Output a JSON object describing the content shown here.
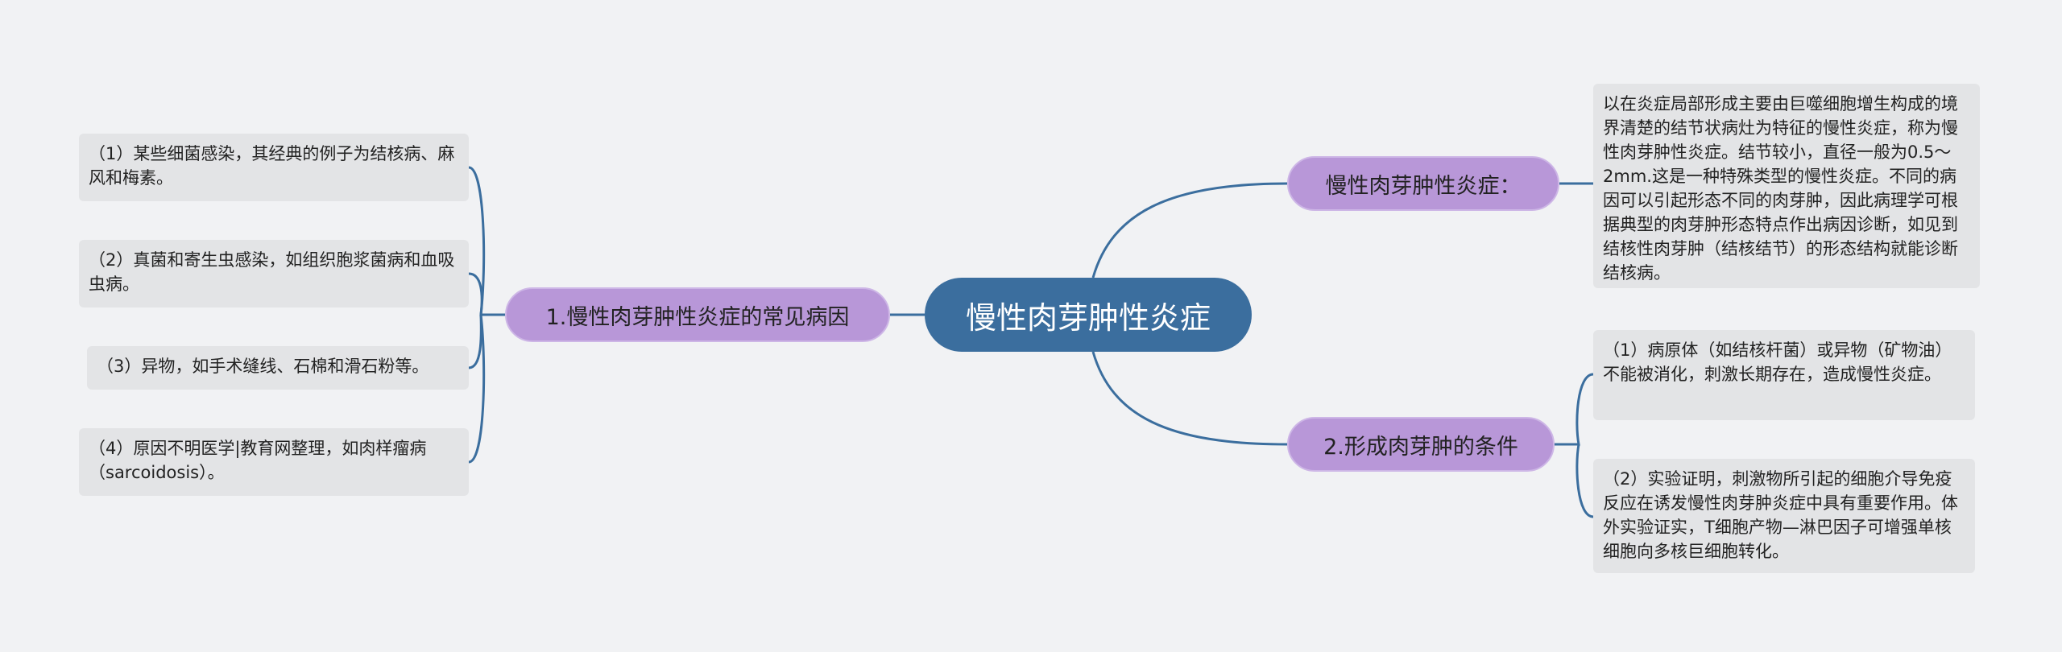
{
  "central_topic": "慢性肉芽肿性炎症",
  "branches": {
    "causes": {
      "label": "1.慢性肉芽肿性炎症的常见病因",
      "items": [
        "（1）某些细菌感染，其经典的例子为结核病、麻风和梅素。",
        "（2）真菌和寄生虫感染，如组织胞浆菌病和血吸虫病。",
        "（3）异物，如手术缝线、石棉和滑石粉等。",
        "（4）原因不明医学|教育网整理，如肉样瘤病（sarcoidosis）。"
      ]
    },
    "definition": {
      "label": "慢性肉芽肿性炎症：",
      "items": [
        "以在炎症局部形成主要由巨噬细胞增生构成的境界清楚的结节状病灶为特征的慢性炎症，称为慢性肉芽肿性炎症。结节较小，直径一般为0.5～2mm.这是一种特殊类型的慢性炎症。不同的病因可以引起形态不同的肉芽肿，因此病理学可根据典型的肉芽肿形态特点作出病因诊断，如见到结核性肉芽肿（结核结节）的形态结构就能诊断结核病。"
      ]
    },
    "conditions": {
      "label": "2.形成肉芽肿的条件",
      "items": [
        "（1）病原体（如结核杆菌）或异物（矿物油）不能被消化，刺激长期存在，造成慢性炎症。",
        "（2）实验证明，刺激物所引起的细胞介导免疫反应在诱发慢性肉芽肿炎症中具有重要作用。体外实验证实，T细胞产物—淋巴因子可增强单核细胞向多核巨细胞转化。"
      ]
    }
  },
  "colors": {
    "central": "#3b6e9e",
    "branch": "#b897d8",
    "leaf": "#e3e4e6",
    "connector": "#3b6e9e",
    "background": "#f1f2f4"
  }
}
